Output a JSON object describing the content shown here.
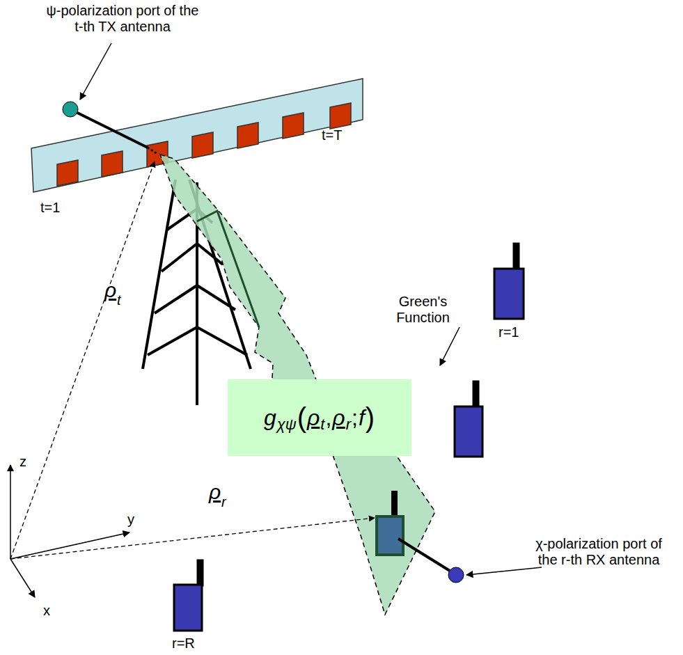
{
  "diagram": {
    "nodes": [
      {
        "text": [
          "g",
          "χψ",
          "(",
          "ρ",
          "t",
          ",",
          "ρ",
          "r",
          ";",
          "f",
          ")"
        ]
      }
    ],
    "labels": [
      "ψ-polarization port of the t-th TX antenna",
      "t=1",
      "t=T",
      "Green's Function",
      "r=1",
      "r=R",
      "ρ",
      "t",
      "ρ",
      "r",
      "χ-polarization port of the r-th RX antenna",
      "z",
      "y",
      "x"
    ]
  }
}
